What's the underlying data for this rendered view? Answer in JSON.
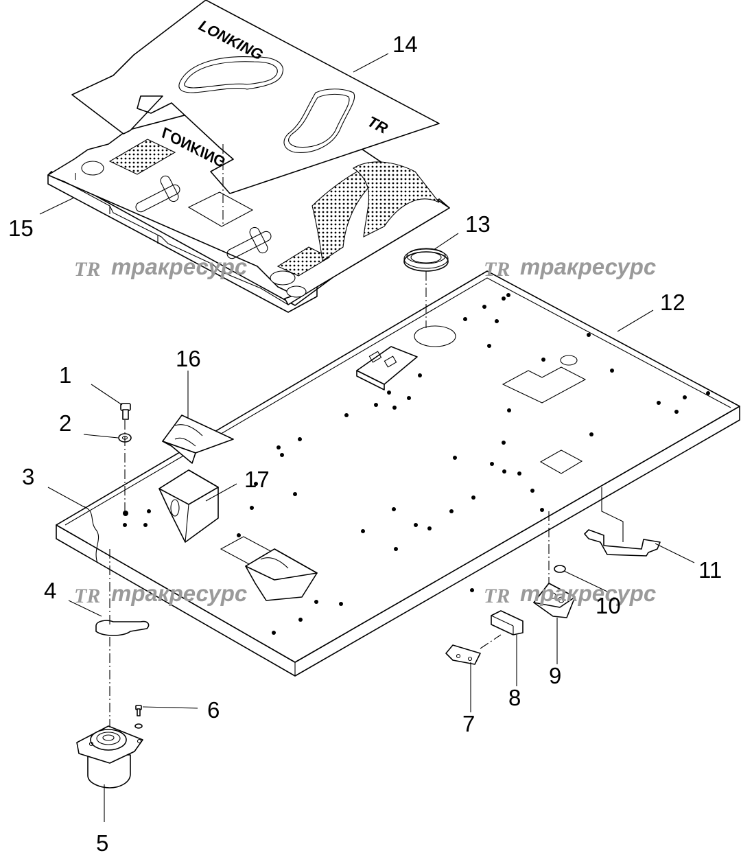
{
  "watermark": {
    "logo": "TR",
    "text": "тракресурс"
  },
  "mat_brand_text": "LONKING",
  "mat_model_text": "TR",
  "callouts": [
    "1",
    "2",
    "3",
    "4",
    "5",
    "6",
    "7",
    "8",
    "9",
    "10",
    "11",
    "12",
    "13",
    "14",
    "15",
    "16",
    "17"
  ]
}
